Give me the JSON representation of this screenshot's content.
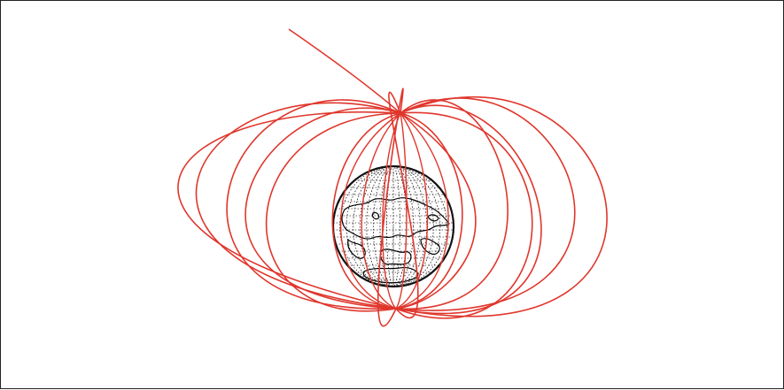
{
  "colors": {
    "field_line": "#e0362c",
    "globe_outline": "#111111",
    "graticule": "#333333",
    "coastline": "#000000",
    "background": "#ffffff",
    "frame": "#222222"
  },
  "diagram": {
    "subject": "magnetic-field-lines-around-globe",
    "field_line_count": 14,
    "graticule_meridians": 18,
    "graticule_parallels": 17
  }
}
